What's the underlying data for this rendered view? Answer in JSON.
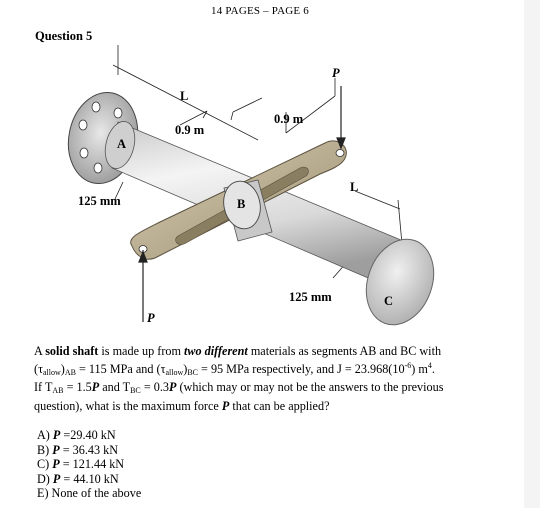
{
  "header": {
    "text": "14 PAGES – PAGE 6"
  },
  "question": {
    "title": "Question 5"
  },
  "figure": {
    "labels": {
      "L_top": "L",
      "dim_left": "0.9 m",
      "dim_right": "0.9 m",
      "P_top": "P",
      "A": "A",
      "B": "B",
      "C": "C",
      "L_right": "L",
      "dia_left": "125 mm",
      "dia_right": "125 mm",
      "P_bottom": "P"
    }
  },
  "problem": {
    "p1": "A ",
    "solid_shaft": "solid shaft",
    "p2": " is made up from ",
    "two_different": "two different",
    "p3": " materials as segments AB and BC with (",
    "tau1": "τ",
    "allow1": "allow",
    "p4": ")",
    "AB1": "AB",
    "p5": " = 115 MPa and (",
    "tau2": "τ",
    "allow2": "allow",
    "p6": ")",
    "BC1": "BC",
    "p7": " = 95 MPa respectively, and J = 23.968(10",
    "exp": "-6",
    "p8": ") m",
    "m4": "4",
    "p9": ".",
    "p10": "If T",
    "AB2": "AB",
    "p11": " = 1.5",
    "P1": "P",
    "p12": " and T",
    "BC2": "BC",
    "p13": " = 0.3",
    "P2": "P",
    "p14": " (which may or may not be the answers to the previous question), what is the maximum force ",
    "P3": "P",
    "p15": " that can be applied?"
  },
  "options": [
    {
      "prefix": "A) ",
      "var": "P",
      "value": " =29.40 kN"
    },
    {
      "prefix": "B) ",
      "var": "P",
      "value": " = 36.43 kN"
    },
    {
      "prefix": "C) ",
      "var": "P",
      "value": " = 121.44 kN"
    },
    {
      "prefix": "D) ",
      "var": "P",
      "value": " = 44.10 kN"
    },
    {
      "prefix": "E) None of the above",
      "var": "",
      "value": ""
    }
  ]
}
